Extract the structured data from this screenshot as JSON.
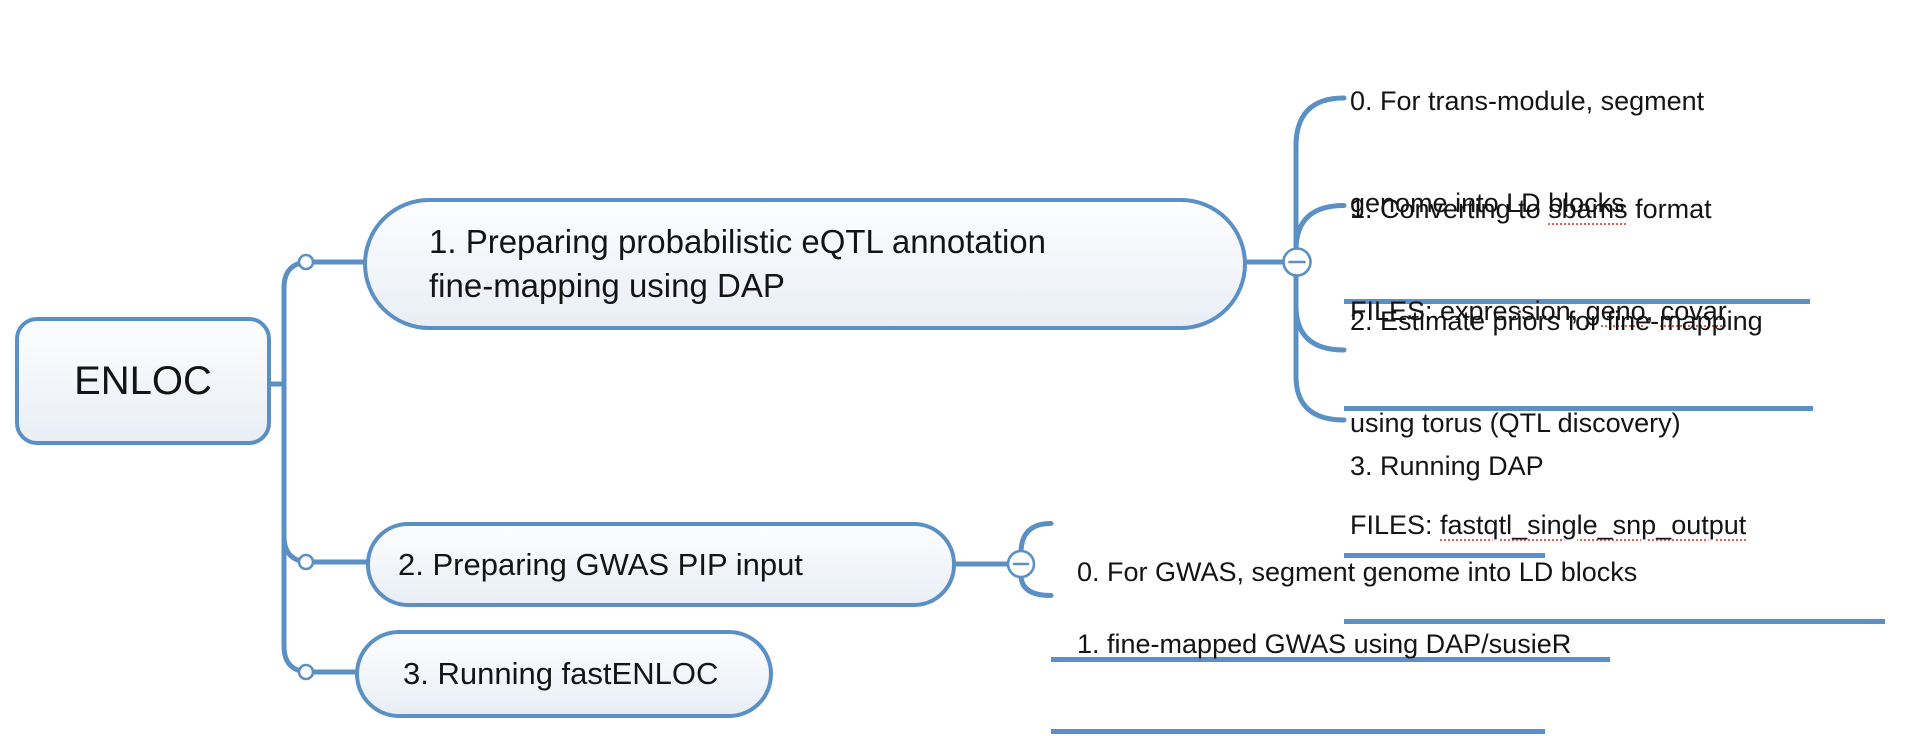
{
  "colors": {
    "accent": "#5b90c5",
    "text": "#141414",
    "node_fill_top": "#fdfdfe",
    "node_fill_bottom": "#e9eef6",
    "spellcheck_underline": "#e8604c"
  },
  "icons": {
    "collapse_button": "minus-circle-icon",
    "branch_junction": "dot-icon",
    "collapse_glyph": "−"
  },
  "root": {
    "label": "ENLOC"
  },
  "branch1": {
    "line1": "1. Preparing probabilistic eQTL annotation",
    "line2": "fine-mapping using DAP",
    "children": {
      "c0": {
        "line1": "0. For trans-module, segment",
        "line2": "genome into LD blocks"
      },
      "c1": {
        "line1_pre": "1. Converting to ",
        "line1_word": "sbams",
        "line1_post": " format",
        "line2_pre": "FILES: expression, ",
        "line2_word1": "geno",
        "line2_sep": ", ",
        "line2_word2": "covar"
      },
      "c2": {
        "line1": "2. Estimate priors for fine-mapping",
        "line2": "using torus (QTL discovery)",
        "line3_pre": "FILES: ",
        "line3_word": "fastqtl_single_snp_output"
      },
      "c3": {
        "line1": "3. Running DAP"
      }
    }
  },
  "branch2": {
    "label": "2. Preparing GWAS PIP input",
    "children": {
      "c0": {
        "line1": "0. For GWAS, segment genome into LD blocks"
      },
      "c1": {
        "line1": "1. fine-mapped GWAS using DAP/susieR"
      }
    }
  },
  "branch3": {
    "label": "3. Running fastENLOC"
  }
}
